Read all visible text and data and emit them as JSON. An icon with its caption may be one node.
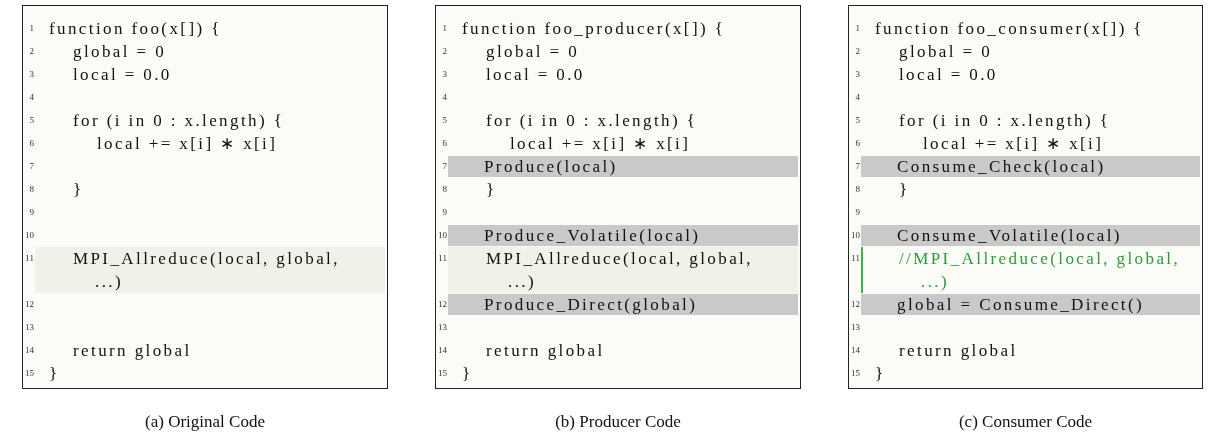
{
  "diagram": {
    "nodes": [
      {
        "text": [
          "function foo(x[]) {",
          "global = 0",
          "local = 0.0",
          "for (i in 0 : x.length) {",
          "local += x[i] ∗ x[i]",
          "}",
          "MPI_Allreduce(local, global, ...)",
          "return global",
          "}"
        ],
        "beside": [
          "(a) Original Code"
        ]
      },
      {
        "text": [
          "function foo_producer(x[]) {",
          "global = 0",
          "local = 0.0",
          "for (i in 0 : x.length) {",
          "local += x[i] ∗ x[i]",
          "}",
          "MPI_Allreduce(local, global, ...)",
          "return global",
          "}"
        ],
        "beside": [
          "(b) Producer Code"
        ]
      },
      {
        "text": [
          "Produce(local)"
        ],
        "in": 1
      },
      {
        "text": [
          "Produce_Volatile(local)"
        ],
        "in": 1
      },
      {
        "text": [
          "Produce_Direct(global)"
        ],
        "in": 1
      },
      {
        "text": [
          "function foo_consumer(x[]) {",
          "global = 0",
          "local = 0.0",
          "for (i in 0 : x.length) {",
          "local += x[i] ∗ x[i]",
          "}",
          "//MPI_Allreduce(local, global, ...)",
          "return global",
          "}"
        ],
        "beside": [
          "(c) Consumer Code"
        ]
      },
      {
        "text": [
          "Consume_Check(local)"
        ],
        "in": 5
      },
      {
        "text": [
          "Consume_Volatile(local)"
        ],
        "in": 5
      },
      {
        "text": [
          "global = Consume_Direct()"
        ],
        "in": 5
      }
    ],
    "labels": [
      "1",
      "2",
      "3",
      "4",
      "5",
      "6",
      "7",
      "8",
      "9",
      "10",
      "11",
      "12",
      "13",
      "14",
      "15",
      "1",
      "2",
      "3",
      "4",
      "5",
      "6",
      "7",
      "8",
      "9",
      "10",
      "11",
      "12",
      "13",
      "14",
      "15",
      "1",
      "2",
      "3",
      "4",
      "5",
      "6",
      "7",
      "8",
      "9",
      "10",
      "11",
      "12",
      "13",
      "14",
      "15"
    ]
  }
}
